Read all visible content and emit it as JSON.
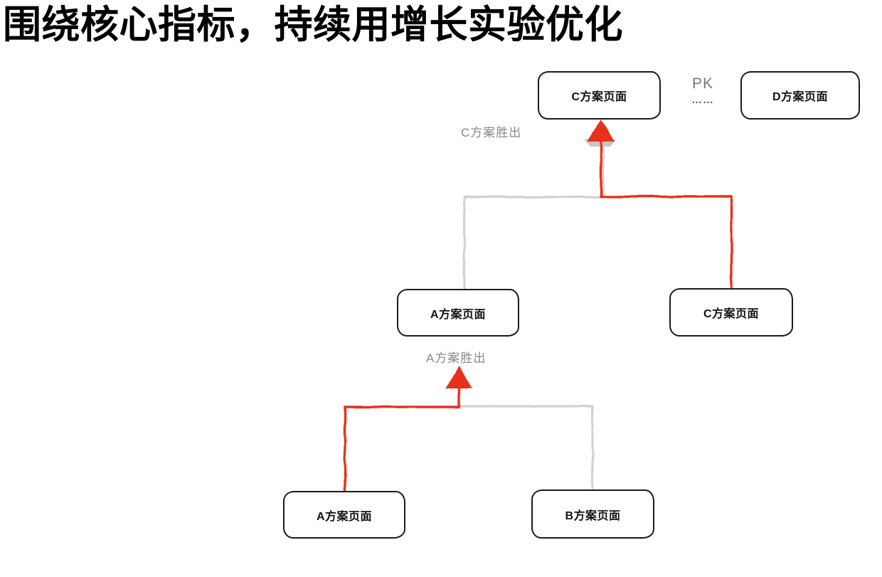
{
  "title": "围绕核心指标，持续用增长实验优化",
  "colors": {
    "background": "#ffffff",
    "title_text": "#000000",
    "winner_path_red": "#e6301f",
    "loser_path_gray": "#d2d2d2",
    "gray_arrow_shadow": "#c6c6c6",
    "annotation_gray": "#8a8a8a",
    "box_border": "#1b1b1b",
    "box_fill": "#ffffff",
    "box_text": "#111111"
  },
  "bracket": {
    "round2": {
      "winner_annotation": "C方案胜出",
      "winner_node": "C方案页面",
      "pk_label": "PK",
      "pk_ellipsis": "……",
      "challenger_node": "D方案页面",
      "left_candidate": "A方案页面",
      "right_candidate": "C方案页面"
    },
    "round1": {
      "winner_annotation": "A方案胜出",
      "left_candidate": "A方案页面",
      "right_candidate": "B方案页面"
    }
  }
}
